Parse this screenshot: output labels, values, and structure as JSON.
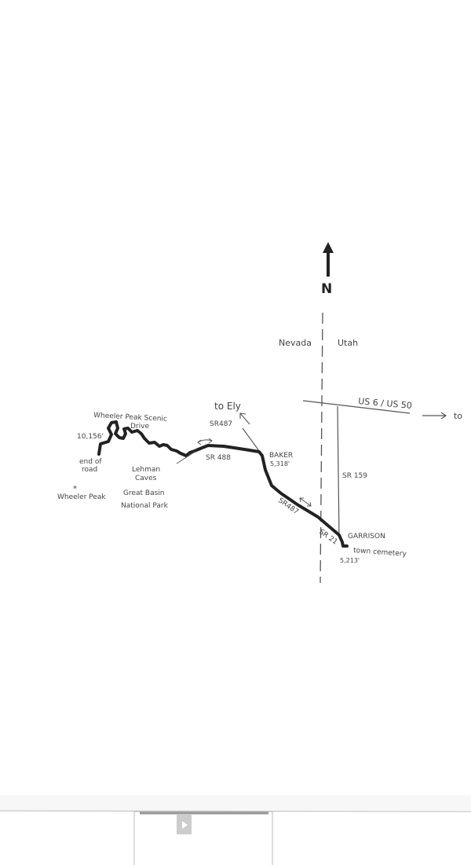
{
  "map": {
    "north_label": "N",
    "states": {
      "west": "Nevada",
      "east": "Utah"
    },
    "roads": {
      "us6_us50": "US 6 / US 50",
      "sr159": "SR 159",
      "sr487_north": "SR487",
      "sr487_south": "SR487",
      "sr488": "SR 488",
      "sr21": "SR 21"
    },
    "directions": {
      "to_ely": "to Ely",
      "to_east": "to"
    },
    "places": {
      "baker": "BAKER",
      "baker_elev": "5,318'",
      "garrison": "GARRISON",
      "town_cemetery": "town cemetery",
      "garrison_elev": "5,213'",
      "scenic_drive_1": "Wheeler Peak Scenic",
      "scenic_drive_2": "Drive",
      "end_elev": "10,156'",
      "end_of_road_1": "end of",
      "end_of_road_2": "road",
      "wheeler_peak": "Wheeler Peak",
      "lehman_1": "Lehman",
      "lehman_2": "Caves",
      "park_1": "Great Basin",
      "park_2": "National Park"
    }
  },
  "colors": {
    "route": "#222222",
    "ink": "#555555"
  }
}
